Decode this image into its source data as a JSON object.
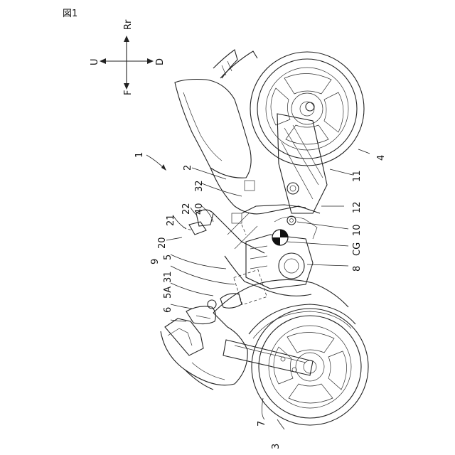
{
  "figure": {
    "title": "図1"
  },
  "direction_arrows": {
    "up": "U",
    "down": "D",
    "front": "F",
    "rear": "Rr"
  },
  "reference_labels": {
    "vehicle": "1",
    "seat": "2",
    "front_wheel": "3",
    "rear_wheel": "4",
    "handlebar": "5",
    "handle_grip": "5A",
    "headlight": "6",
    "front_fork": "7",
    "engine": "8",
    "frame": "9",
    "pivot": "10",
    "swing_arm": "11",
    "rear_suspension": "12",
    "unit_20": "20",
    "unit_21": "21",
    "unit_22": "22",
    "sensor_31": "31",
    "sensor_32": "32",
    "controller_40": "40",
    "center_of_gravity": "CG"
  }
}
